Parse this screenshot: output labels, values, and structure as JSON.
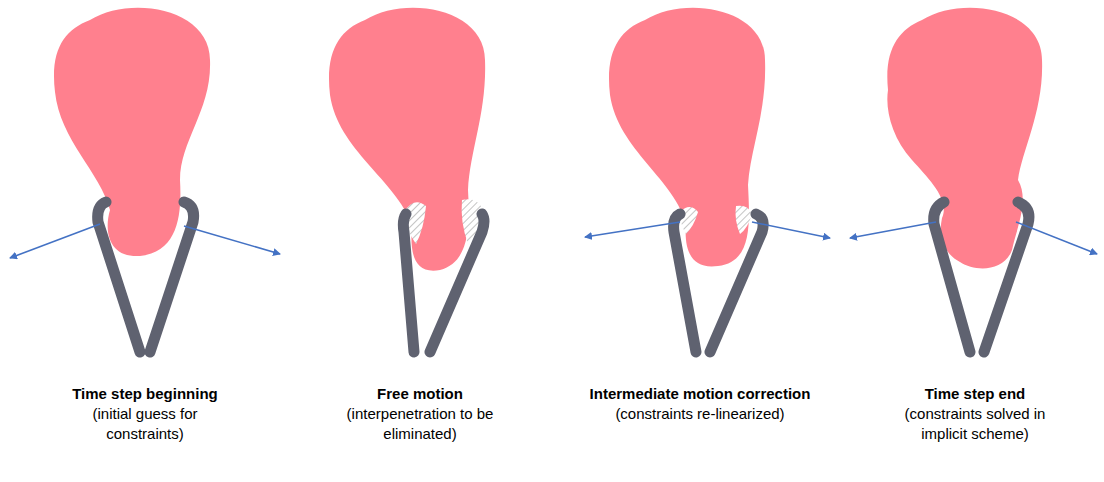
{
  "diagram": {
    "labels": [
      "Time step beginning",
      "(initial guess for constraints)",
      "Free motion",
      "(interpenetration to be eliminated)",
      "Intermediate motion correction",
      "(constraints re-linearized)",
      "Time step end",
      "(constraints solved in implicit scheme)"
    ]
  }
}
